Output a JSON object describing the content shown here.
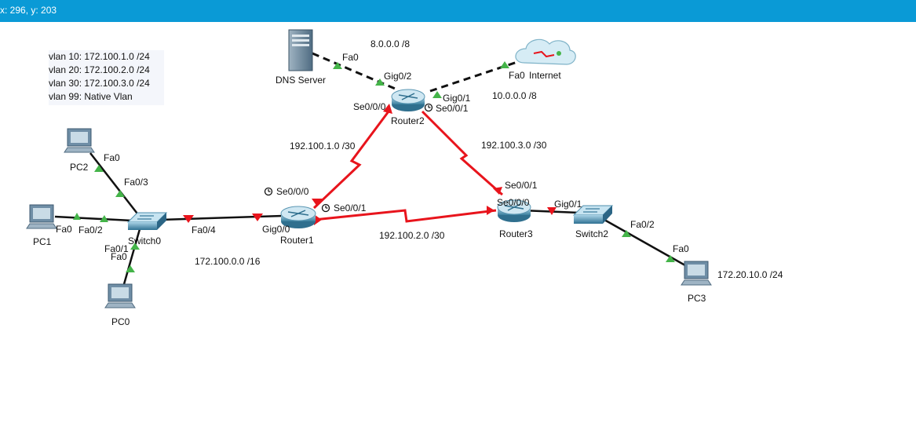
{
  "topbar": {
    "coords": "x: 296, y: 203"
  },
  "vlan_notes": [
    "vlan 10: 172.100.1.0 /24",
    "vlan 20: 172.100.2.0 /24",
    "vlan 30: 172.100.3.0 /24",
    "vlan 99: Native Vlan"
  ],
  "devices": {
    "dns_server": "DNS Server",
    "internet": "Internet",
    "router2": "Router2",
    "router1": "Router1",
    "router3": "Router3",
    "switch0": "Switch0",
    "switch2": "Switch2",
    "pc0": "PC0",
    "pc1": "PC1",
    "pc2": "PC2",
    "pc3": "PC3"
  },
  "networks": {
    "net_8": "8.0.0.0 /8",
    "net_10": "10.0.0.0 /8",
    "net_r1r2": "192.100.1.0 /30",
    "net_r2r3": "192.100.3.0 /30",
    "net_r1r3": "192.100.2.0 /30",
    "net_lan": "172.100.0.0 /16",
    "net_pc3": "172.20.10.0 /24"
  },
  "ports": {
    "dns_fa0": "Fa0",
    "r2_gig02": "Gig0/2",
    "inet_fa0": "Fa0",
    "r2_gig01": "Gig0/1",
    "r2_se000": "Se0/0/0",
    "r2_se001": "Se0/0/1",
    "r1_se000": "Se0/0/0",
    "r1_se001": "Se0/0/1",
    "r1_gig00": "Gig0/0",
    "r3_se001": "Se0/0/1",
    "r3_se000": "Se0/0/0",
    "r3_gig01": "Gig0/1",
    "sw2_fa02": "Fa0/2",
    "pc3_fa0": "Fa0",
    "pc2_fa0": "Fa0",
    "sw0_fa03": "Fa0/3",
    "pc1_fa0": "Fa0",
    "sw0_fa02": "Fa0/2",
    "sw0_fa04": "Fa0/4",
    "sw0_fa01": "Fa0/1",
    "pc0_fa0": "Fa0"
  },
  "colors": {
    "topbar": "#0a9ad6",
    "serial_link": "#e8141c",
    "port_up": "#44b449",
    "port_down": "#e8141c"
  }
}
